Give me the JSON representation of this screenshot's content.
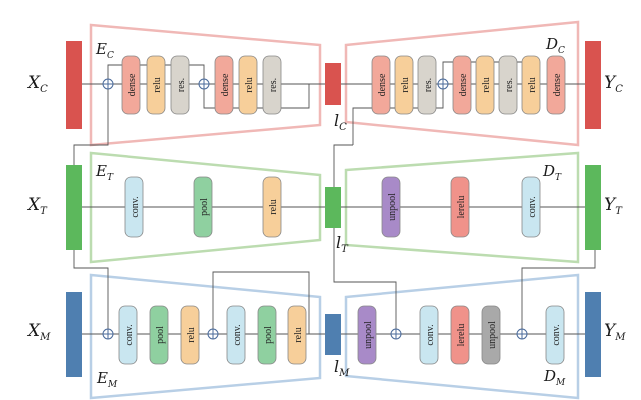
{
  "rows": {
    "c": {
      "input": {
        "name": "X",
        "sub": "C"
      },
      "output": {
        "name": "Y",
        "sub": "C"
      },
      "latent": {
        "name": "l",
        "sub": "C"
      },
      "encoder": {
        "name": "E",
        "sub": "C"
      },
      "decoder": {
        "name": "D",
        "sub": "C"
      },
      "encoder_blocks": [
        "dense",
        "relu",
        "res.",
        "dense",
        "relu",
        "res."
      ],
      "decoder_blocks": [
        "dense",
        "relu",
        "res.",
        "dense",
        "relu",
        "res.",
        "relu",
        "dense"
      ]
    },
    "t": {
      "input": {
        "name": "X",
        "sub": "T"
      },
      "output": {
        "name": "Y",
        "sub": "T"
      },
      "latent": {
        "name": "l",
        "sub": "T"
      },
      "encoder": {
        "name": "E",
        "sub": "T"
      },
      "decoder": {
        "name": "D",
        "sub": "T"
      },
      "encoder_blocks": [
        "conv.",
        "pool",
        "relu"
      ],
      "decoder_blocks": [
        "unpool",
        "lerelu",
        "conv."
      ]
    },
    "m": {
      "input": {
        "name": "X",
        "sub": "M"
      },
      "output": {
        "name": "Y",
        "sub": "M"
      },
      "latent": {
        "name": "l",
        "sub": "M"
      },
      "encoder": {
        "name": "E",
        "sub": "M"
      },
      "decoder": {
        "name": "D",
        "sub": "M"
      },
      "encoder_blocks": [
        "conv.",
        "pool",
        "relu",
        "conv.",
        "pool",
        "relu"
      ],
      "decoder_blocks": [
        "unpool",
        "conv.",
        "lerelu",
        "unpool",
        "conv."
      ]
    }
  },
  "colors": {
    "row_c": "#d9534f",
    "row_t": "#5cb85c",
    "row_m": "#4f7fb0",
    "trap_c": "#f0b8b6",
    "trap_t": "#bcdcb0",
    "trap_m": "#b8cfe6",
    "dense": "#f2a89a",
    "relu": "#f7cf9a",
    "res": "#d8d4cc",
    "conv": "#c9e6f0",
    "pool": "#8fd0a0",
    "unpool": "#a88ac8",
    "lerelu": "#f0928a",
    "unpool_gray": "#a9a9a9"
  }
}
